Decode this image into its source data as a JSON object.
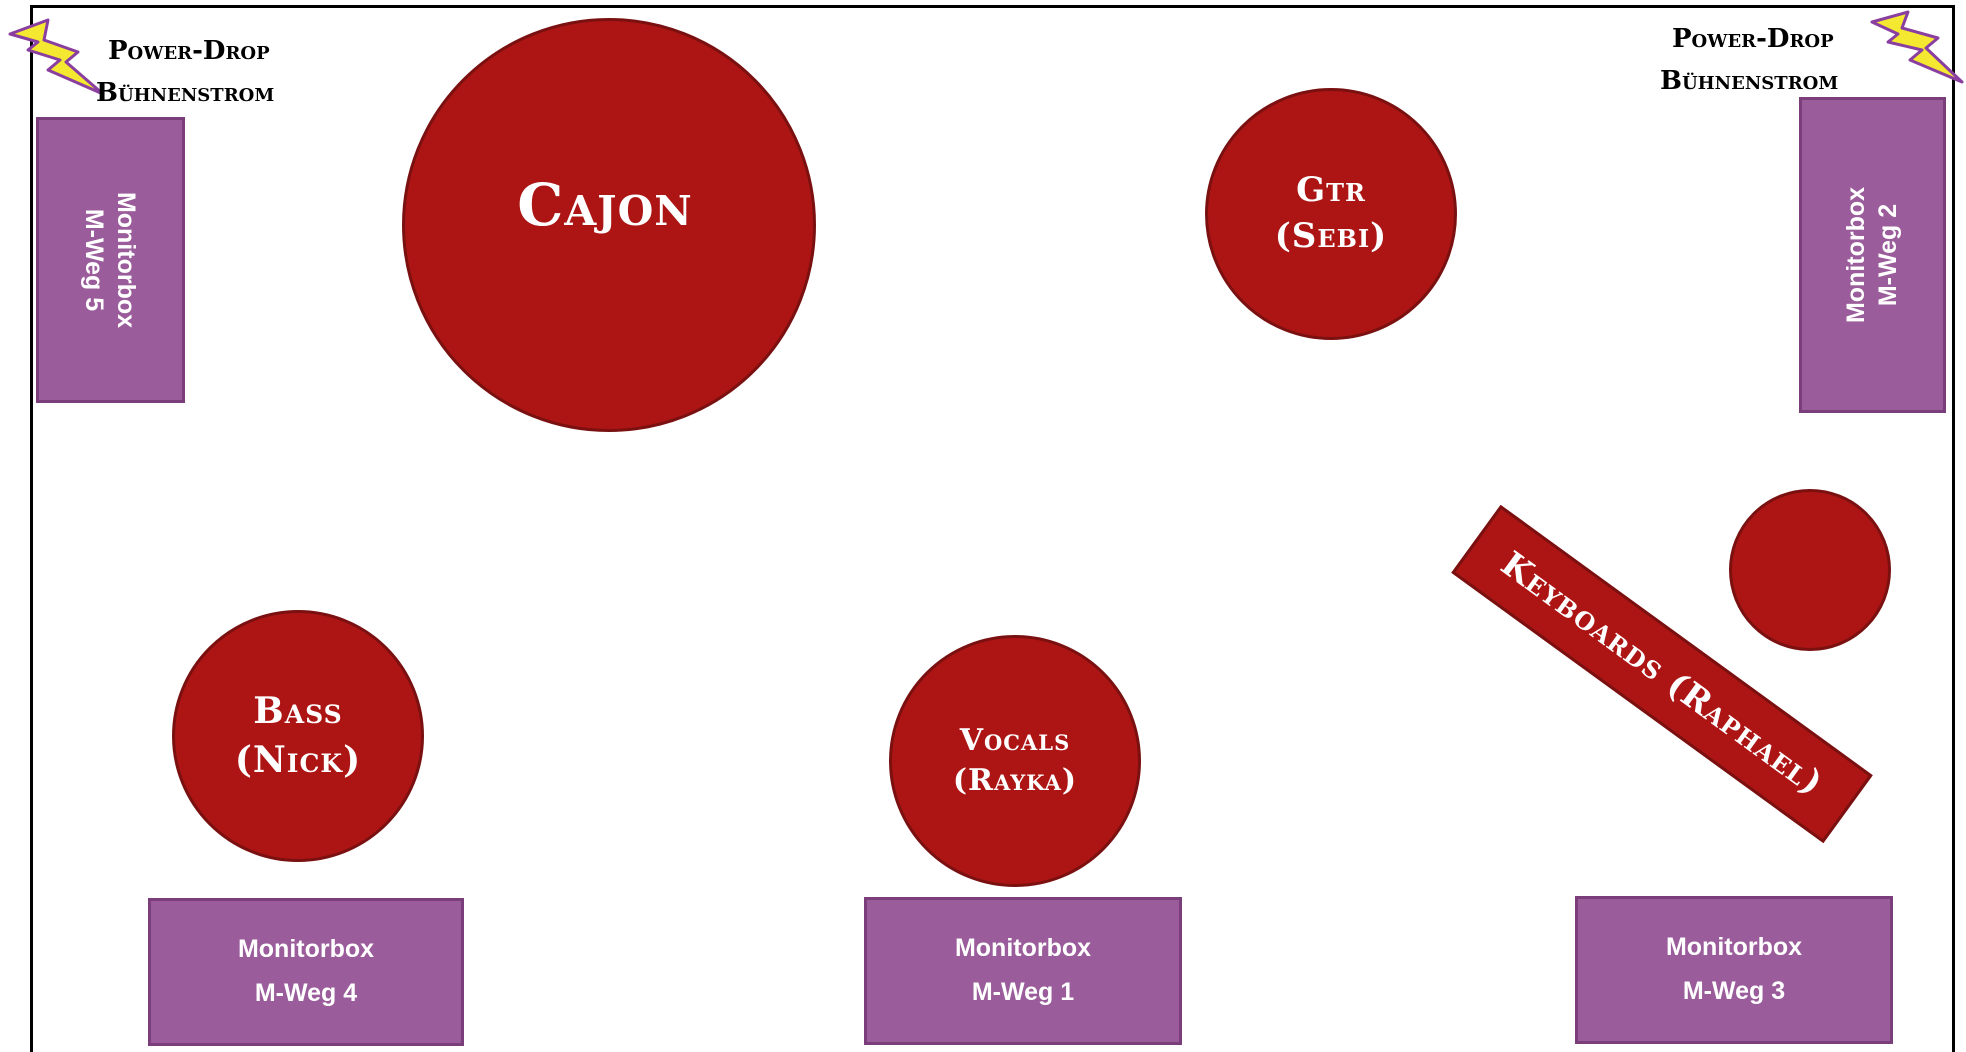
{
  "power_drops": [
    {
      "line1": "Power-Drop",
      "line2": "Bühnenstrom"
    },
    {
      "line1": "Power-Drop",
      "line2": "Bühnenstrom"
    }
  ],
  "instruments": {
    "cajon": {
      "label": "Cajon"
    },
    "gtr": {
      "line1": "Gtr",
      "line2": "(Sebi)"
    },
    "bass": {
      "line1": "Bass",
      "line2": "(Nick)"
    },
    "vocals": {
      "line1": "Vocals",
      "line2": "(Rayka)"
    },
    "keyboards": {
      "label": "Keyboards (Raphael)"
    }
  },
  "monitors": {
    "m1": {
      "line1": "Monitorbox",
      "line2": "M-Weg 1"
    },
    "m2": {
      "line1": "Monitorbox",
      "line2": "M-Weg 2"
    },
    "m3": {
      "line1": "Monitorbox",
      "line2": "M-Weg 3"
    },
    "m4": {
      "line1": "Monitorbox",
      "line2": "M-Weg 4"
    },
    "m5": {
      "line1": "Monitorbox",
      "line2": "M-Weg 5"
    }
  },
  "colors": {
    "instrument_fill": "#ad1515",
    "monitor_fill": "#9a5c9a",
    "bolt_fill": "#f5e830",
    "bolt_stroke": "#8a3fa0"
  },
  "icons": [
    "lightning-bolt-icon"
  ]
}
